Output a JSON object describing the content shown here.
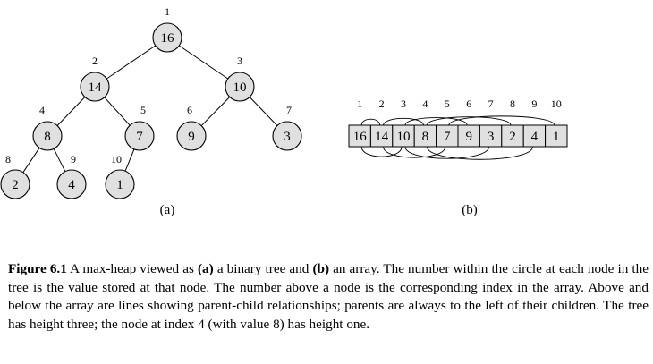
{
  "tree": {
    "label": "(a)",
    "nodes": [
      {
        "index": "1",
        "value": "16"
      },
      {
        "index": "2",
        "value": "14"
      },
      {
        "index": "3",
        "value": "10"
      },
      {
        "index": "4",
        "value": "8"
      },
      {
        "index": "5",
        "value": "7"
      },
      {
        "index": "6",
        "value": "9"
      },
      {
        "index": "7",
        "value": "3"
      },
      {
        "index": "8",
        "value": "2"
      },
      {
        "index": "9",
        "value": "4"
      },
      {
        "index": "10",
        "value": "1"
      }
    ]
  },
  "array": {
    "label": "(b)",
    "indices": [
      "1",
      "2",
      "3",
      "4",
      "5",
      "6",
      "7",
      "8",
      "9",
      "10"
    ],
    "values": [
      "16",
      "14",
      "10",
      "8",
      "7",
      "9",
      "3",
      "2",
      "4",
      "1"
    ]
  },
  "caption": {
    "figure_label": "Figure 6.1",
    "part1": " A max-heap viewed as ",
    "a_label": "(a)",
    "part2": " a binary tree and ",
    "b_label": "(b)",
    "part3": " an array. The number within the circle at each node in the tree is the value stored at that node. The number above a node is the corresponding index in the array. Above and below the array are lines showing parent-child relationships; parents are always to the left of their children. The tree has height three; the node at index 4 (with value 8) has height one."
  }
}
